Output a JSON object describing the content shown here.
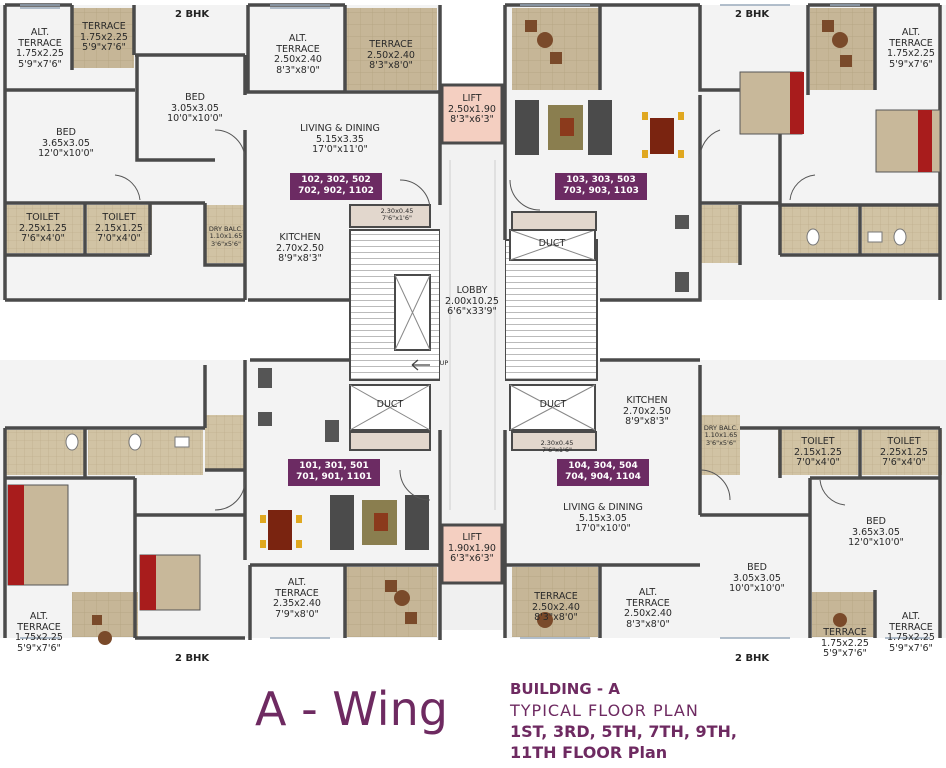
{
  "colors": {
    "wall": "#4a4a4a",
    "floor": "#f4f4f4",
    "terrace": "#c8b899",
    "lift": "#f3cfc2",
    "brand": "#6e2a61",
    "badge": "#6c2b63"
  },
  "bhk_label": "2 BHK",
  "rooms": {
    "tl_alt_terrace": [
      "ALT.",
      "TERRACE",
      "1.75x2.25",
      "5'9\"x7'6\""
    ],
    "tl_terrace": [
      "TERRACE",
      "1.75x2.25",
      "5'9\"x7'6\""
    ],
    "tl_bed_small": [
      "BED",
      "3.05x3.05",
      "10'0\"x10'0\""
    ],
    "tl_bed_large": [
      "BED",
      "3.65x3.05",
      "12'0\"x10'0\""
    ],
    "tl_toilet_a": [
      "TOILET",
      "2.25x1.25",
      "7'6\"x4'0\""
    ],
    "tl_toilet_b": [
      "TOILET",
      "2.15x1.25",
      "7'0\"x4'0\""
    ],
    "tl_dry_balc": [
      "DRY BALC.",
      "1.10x1.65",
      "3'6\"x5'6\""
    ],
    "tc_alt_terrace": [
      "ALT.",
      "TERRACE",
      "2.50x2.40",
      "8'3\"x8'0\""
    ],
    "tc_terrace": [
      "TERRACE",
      "2.50x2.40",
      "8'3\"x8'0\""
    ],
    "tc_living": [
      "LIVING & DINING",
      "5.15x3.35",
      "17'0\"x11'0\""
    ],
    "tc_kitchen": [
      "KITCHEN",
      "2.70x2.50",
      "8'9\"x8'3\""
    ],
    "duct_top_dim": [
      "2.30x0.45",
      "7'6\"x1'6\""
    ],
    "lift_top": [
      "LIFT",
      "2.50x1.90",
      "8'3\"x6'3\""
    ],
    "lobby": [
      "LOBBY",
      "2.00x10.25",
      "6'6\"x33'9\""
    ],
    "duct_label": "DUCT",
    "up_label": "UP",
    "lift_bottom": [
      "LIFT",
      "1.90x1.90",
      "6'3\"x6'3\""
    ],
    "tr_alt_terrace": [
      "ALT.",
      "TERRACE",
      "1.75x2.25",
      "5'9\"x7'6\""
    ],
    "bc_kitchen": [
      "KITCHEN",
      "2.70x2.50",
      "8'9\"x8'3\""
    ],
    "br_dry_balc": [
      "DRY BALC.",
      "1.10x1.65",
      "3'6\"x5'6\""
    ],
    "br_toilet_a": [
      "TOILET",
      "2.15x1.25",
      "7'0\"x4'0\""
    ],
    "br_toilet_b": [
      "TOILET",
      "2.25x1.25",
      "7'6\"x4'0\""
    ],
    "br_bed_large": [
      "BED",
      "3.65x3.05",
      "12'0\"x10'0\""
    ],
    "duct_bottom_dim": [
      "2.30x0.45",
      "7'6\"x1'6\""
    ],
    "bc_living": [
      "LIVING & DINING",
      "5.15x3.05",
      "17'0\"x10'0\""
    ],
    "br_bed_small": [
      "BED",
      "3.05x3.05",
      "10'0\"x10'0\""
    ],
    "bl_alt_terrace_c": [
      "ALT.",
      "TERRACE",
      "2.35x2.40",
      "7'9\"x8'0\""
    ],
    "bc_terrace": [
      "TERRACE",
      "2.50x2.40",
      "8'3\"x8'0\""
    ],
    "bc_alt_terrace": [
      "ALT.",
      "TERRACE",
      "2.50x2.40",
      "8'3\"x8'0\""
    ],
    "br_terrace": [
      "TERRACE",
      "1.75x2.25",
      "5'9\"x7'6\""
    ],
    "br_alt_terrace": [
      "ALT.",
      "TERRACE",
      "1.75x2.25",
      "5'9\"x7'6\""
    ],
    "bl_alt_terrace": [
      "ALT.",
      "TERRACE",
      "1.75x2.25",
      "5'9\"x7'6\""
    ]
  },
  "units": {
    "top_left": [
      "102, 302, 502",
      "702, 902, 1102"
    ],
    "top_right": [
      "103, 303, 503",
      "703, 903, 1103"
    ],
    "bottom_left": [
      "101, 301, 501",
      "701, 901, 1101"
    ],
    "bottom_right": [
      "104, 304, 504",
      "704, 904, 1104"
    ]
  },
  "footer": {
    "wing": "A - Wing",
    "building": "BUILDING - A",
    "plan_type": "TYPICAL FLOOR PLAN",
    "floors_line1": "1ST, 3RD, 5TH, 7TH, 9TH,",
    "floors_line2": "11TH FLOOR Plan"
  }
}
